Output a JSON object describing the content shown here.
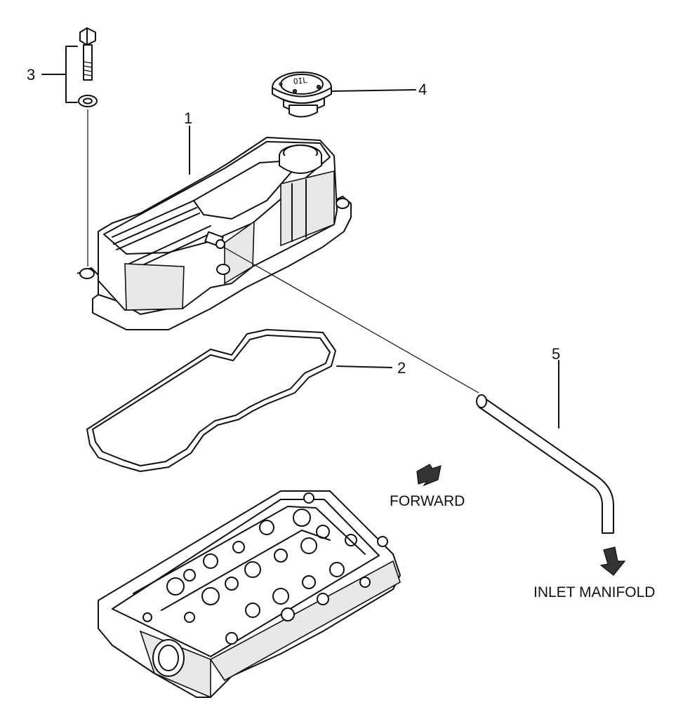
{
  "callouts": {
    "p1": "1",
    "p2": "2",
    "p3": "3",
    "p4": "4",
    "p5": "5"
  },
  "oil_cap_text": "OIL",
  "direction_labels": {
    "forward": "FORWARD",
    "inlet": "INLET MANIFOLD"
  },
  "colors": {
    "line": "#111111",
    "background": "#ffffff"
  }
}
